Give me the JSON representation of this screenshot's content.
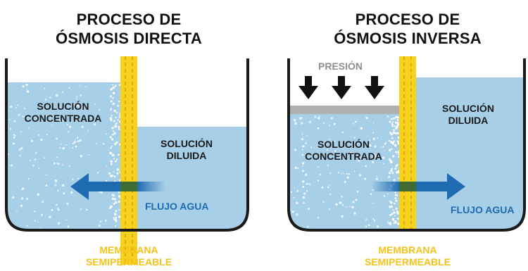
{
  "colors": {
    "water": "#a7cfe7",
    "arrow": "#1f6bb2",
    "membrane": "#f6d21c",
    "membrane_dash": "#e0ac12",
    "pressure_arrow": "#111111",
    "piston": "#b0b0b0",
    "container": "#1a1a1a",
    "text_dark": "#1a1a1a",
    "text_flow": "#1f6bb2",
    "text_pressure": "#8e8e8e",
    "text_membrane": "#f6c21a"
  },
  "left_panel": {
    "title_line1": "PROCESO DE",
    "title_line2": "ÓSMOSIS DIRECTA",
    "concentrated_line1": "SOLUCIÓN",
    "concentrated_line2": "CONCENTRADA",
    "diluted_line1": "SOLUCIÓN",
    "diluted_line2": "DILUIDA",
    "flow_label": "FLUJO AGUA",
    "membrane_line1": "MEMBRANA",
    "membrane_line2": "SEMIPERMEABLE"
  },
  "right_panel": {
    "title_line1": "PROCESO DE",
    "title_line2": "ÓSMOSIS INVERSA",
    "pressure_label": "PRESIÓN",
    "concentrated_line1": "SOLUCIÓN",
    "concentrated_line2": "CONCENTRADA",
    "diluted_line1": "SOLUCIÓN",
    "diluted_line2": "DILUIDA",
    "flow_label": "FLUJO AGUA",
    "membrane_line1": "MEMBRANA",
    "membrane_line2": "SEMIPERMEABLE"
  }
}
